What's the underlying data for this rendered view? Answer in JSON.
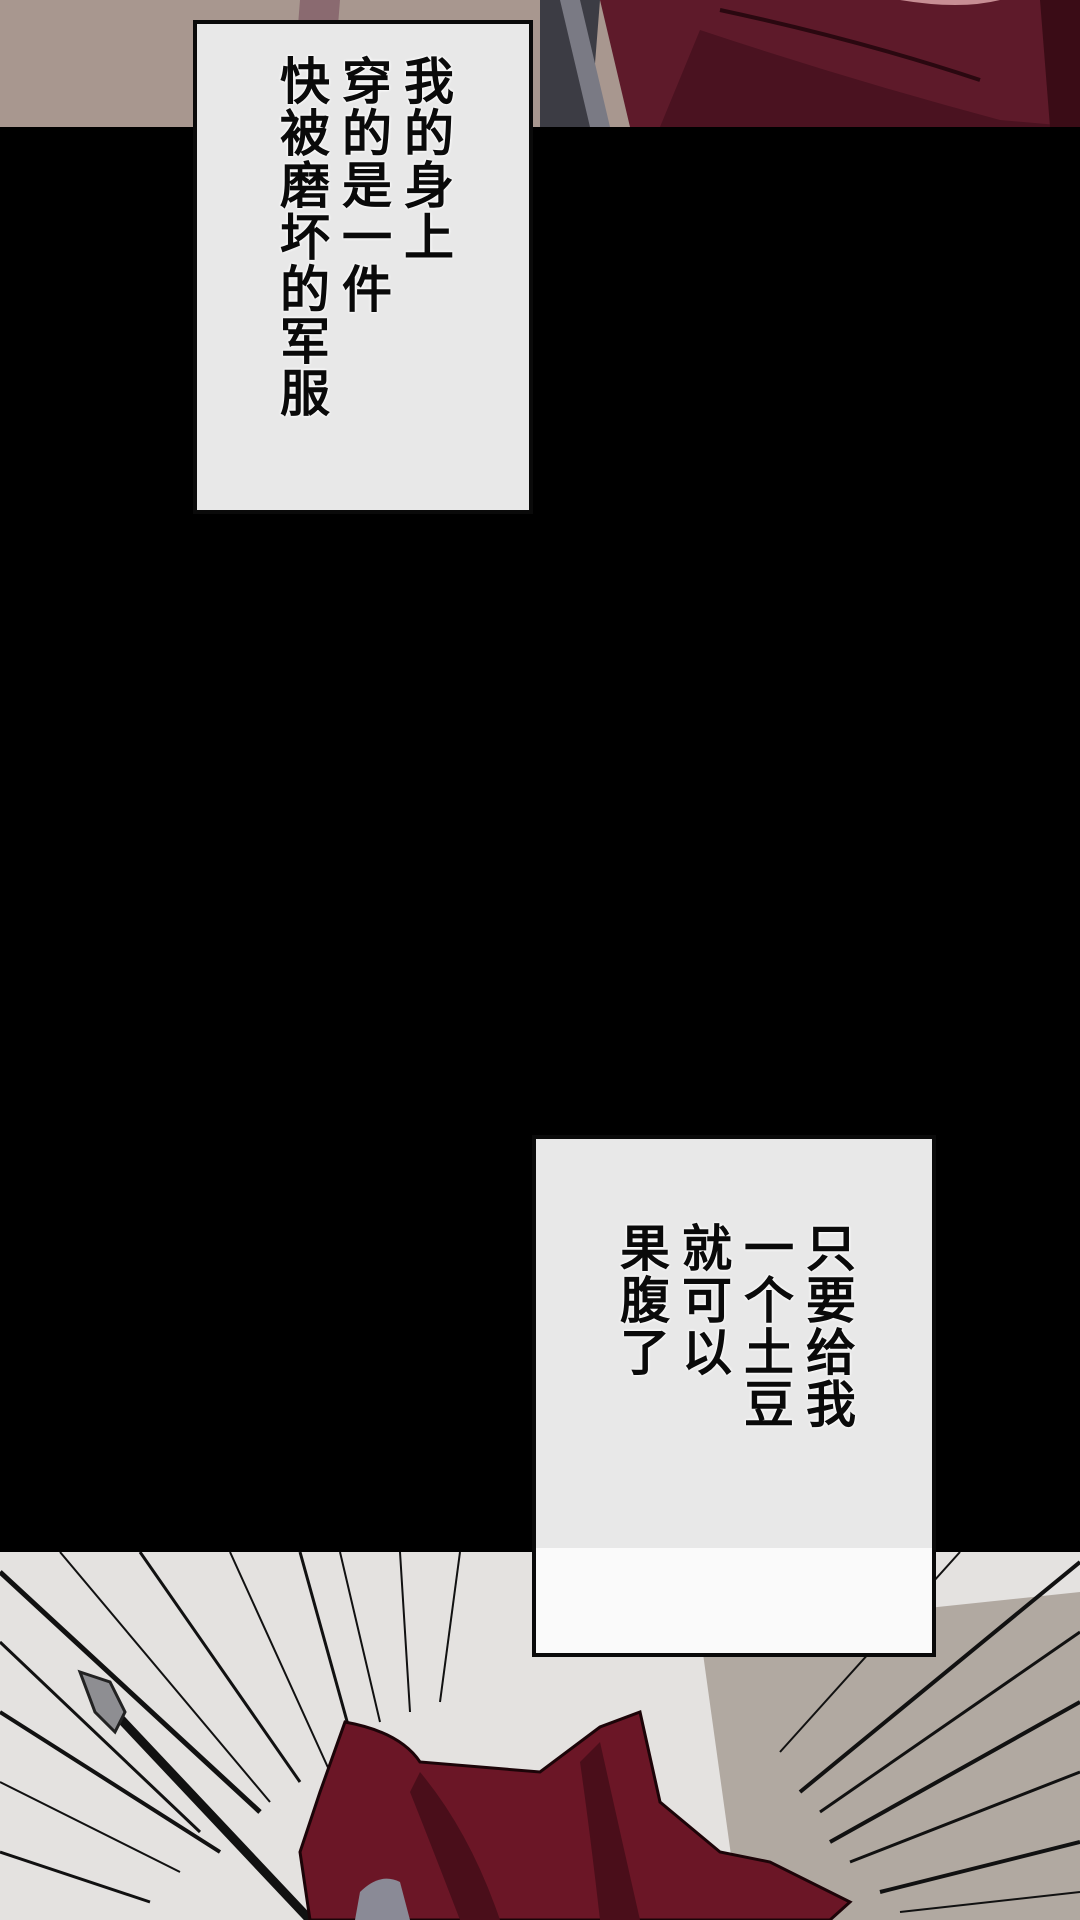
{
  "page": {
    "type": "comic-strip",
    "background_color": "#000000"
  },
  "panels": [
    {
      "id": "top",
      "description": "close-up of dark red cloth with gray pole against beige wall",
      "colors": {
        "wall": "#a8978f",
        "cloth": "#5e1a2a",
        "pole": "#5f5f66"
      }
    },
    {
      "id": "bottom",
      "description": "figure in red cloak with spear, speed lines radiating",
      "colors": {
        "background": "#e4e2e0",
        "cloak": "#6b1626",
        "smoke": "#a0968c",
        "hair": "#8a8a96"
      }
    }
  ],
  "captions": [
    {
      "id": "caption-1",
      "lines": [
        "我的身上",
        "穿的是一件",
        "快被磨坏的军服"
      ],
      "text": "我的身上\n穿的是一件\n快被磨坏的军服"
    },
    {
      "id": "caption-2",
      "lines": [
        "只要给我",
        "一个土豆",
        "就可以",
        "果腹了"
      ],
      "text": "只要给我\n一个土豆\n就可以\n果腹了"
    }
  ]
}
